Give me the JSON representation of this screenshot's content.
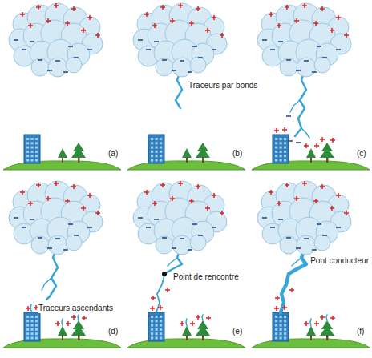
{
  "diagram": {
    "labels": [
      "Traceurs par bonds",
      "(a)",
      "(b)",
      "(c)",
      "Traceurs ascendants",
      "(d)",
      "Point de rencontre",
      "(e)",
      "Pont conducteur",
      "(f)"
    ]
  }
}
